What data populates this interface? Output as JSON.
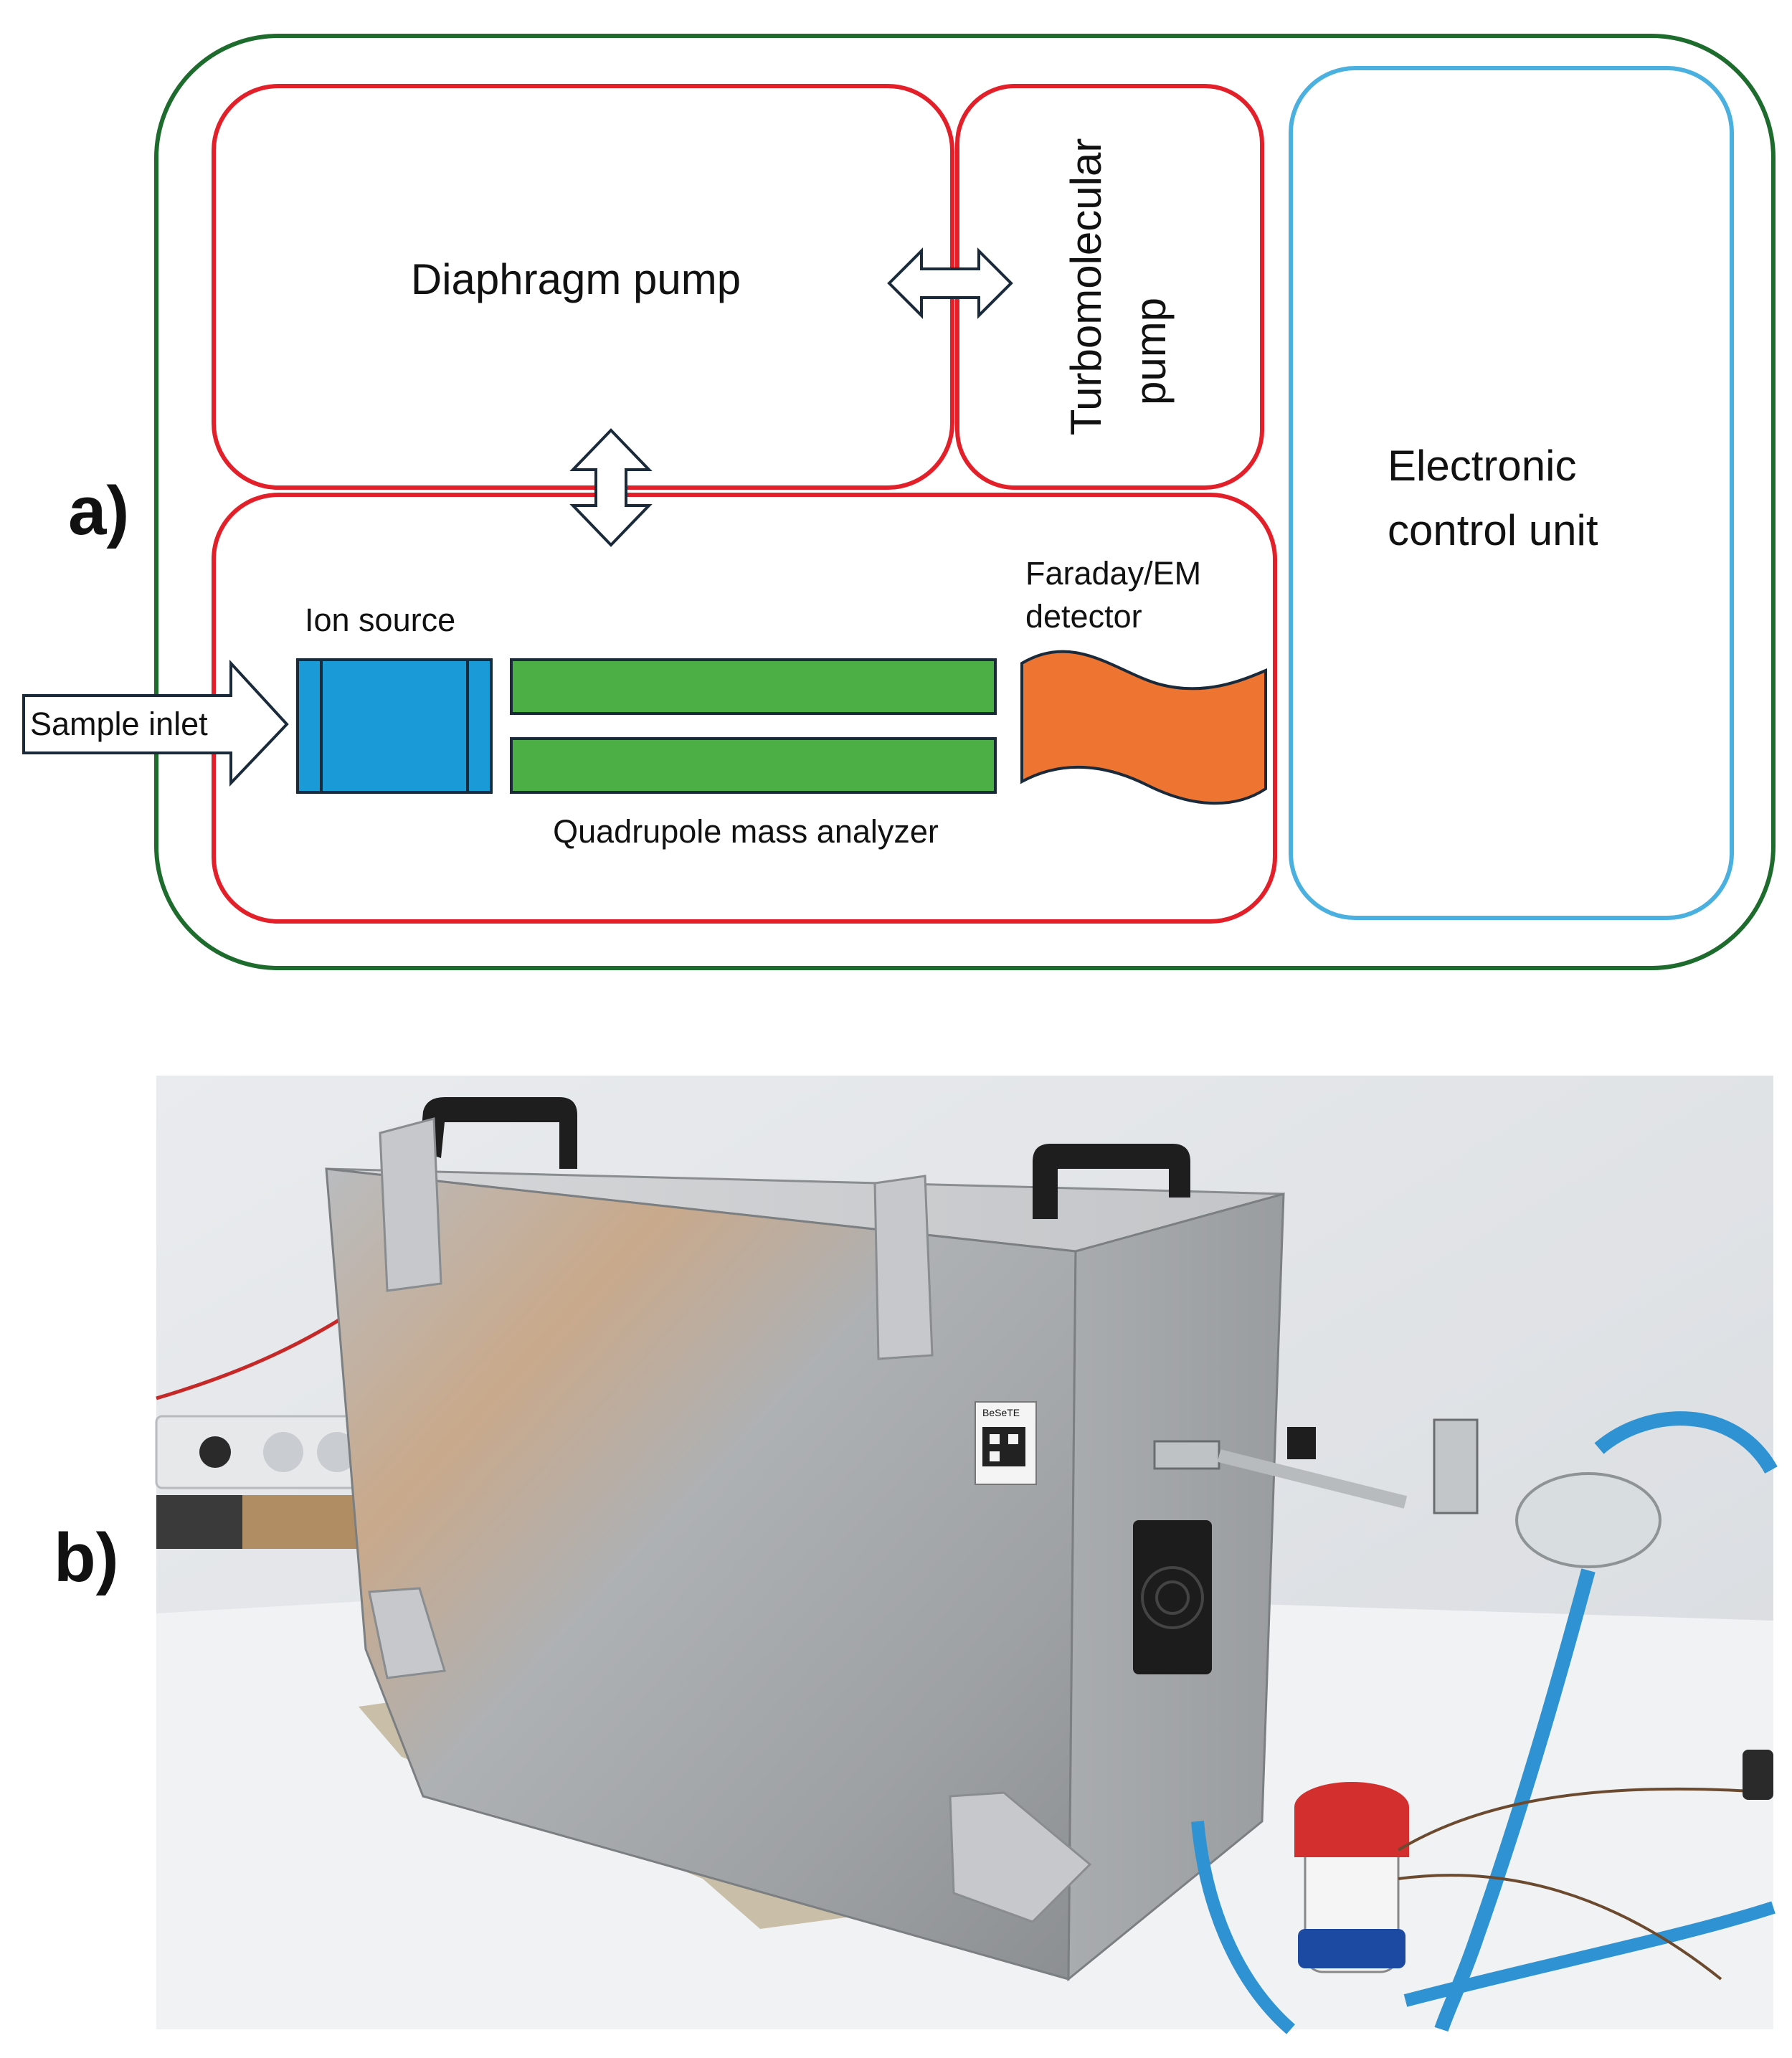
{
  "panel_a": {
    "label": "a)",
    "blocks": {
      "diaphragm_pump": "Diaphragm pump",
      "turbomolecular_pump_line1": "Turbomolecular",
      "turbomolecular_pump_line2": "pump",
      "electronic_control_unit_line1": "Electronic",
      "electronic_control_unit_line2": "control unit"
    },
    "components": {
      "ion_source": "Ion source",
      "detector_line1": "Faraday/EM",
      "detector_line2": "detector",
      "quadrupole": "Quadrupole mass analyzer",
      "sample_inlet": "Sample inlet"
    },
    "colors": {
      "outer_border": "#1e6b2e",
      "vacuum_border": "#e3202a",
      "control_border": "#4ab0e0",
      "ion_source_fill": "#1a9ad6",
      "quadrupole_fill": "#4caf45",
      "detector_fill": "#ed7531"
    }
  },
  "panel_b": {
    "label": "b)",
    "sticker_text": "BeSeTE"
  }
}
